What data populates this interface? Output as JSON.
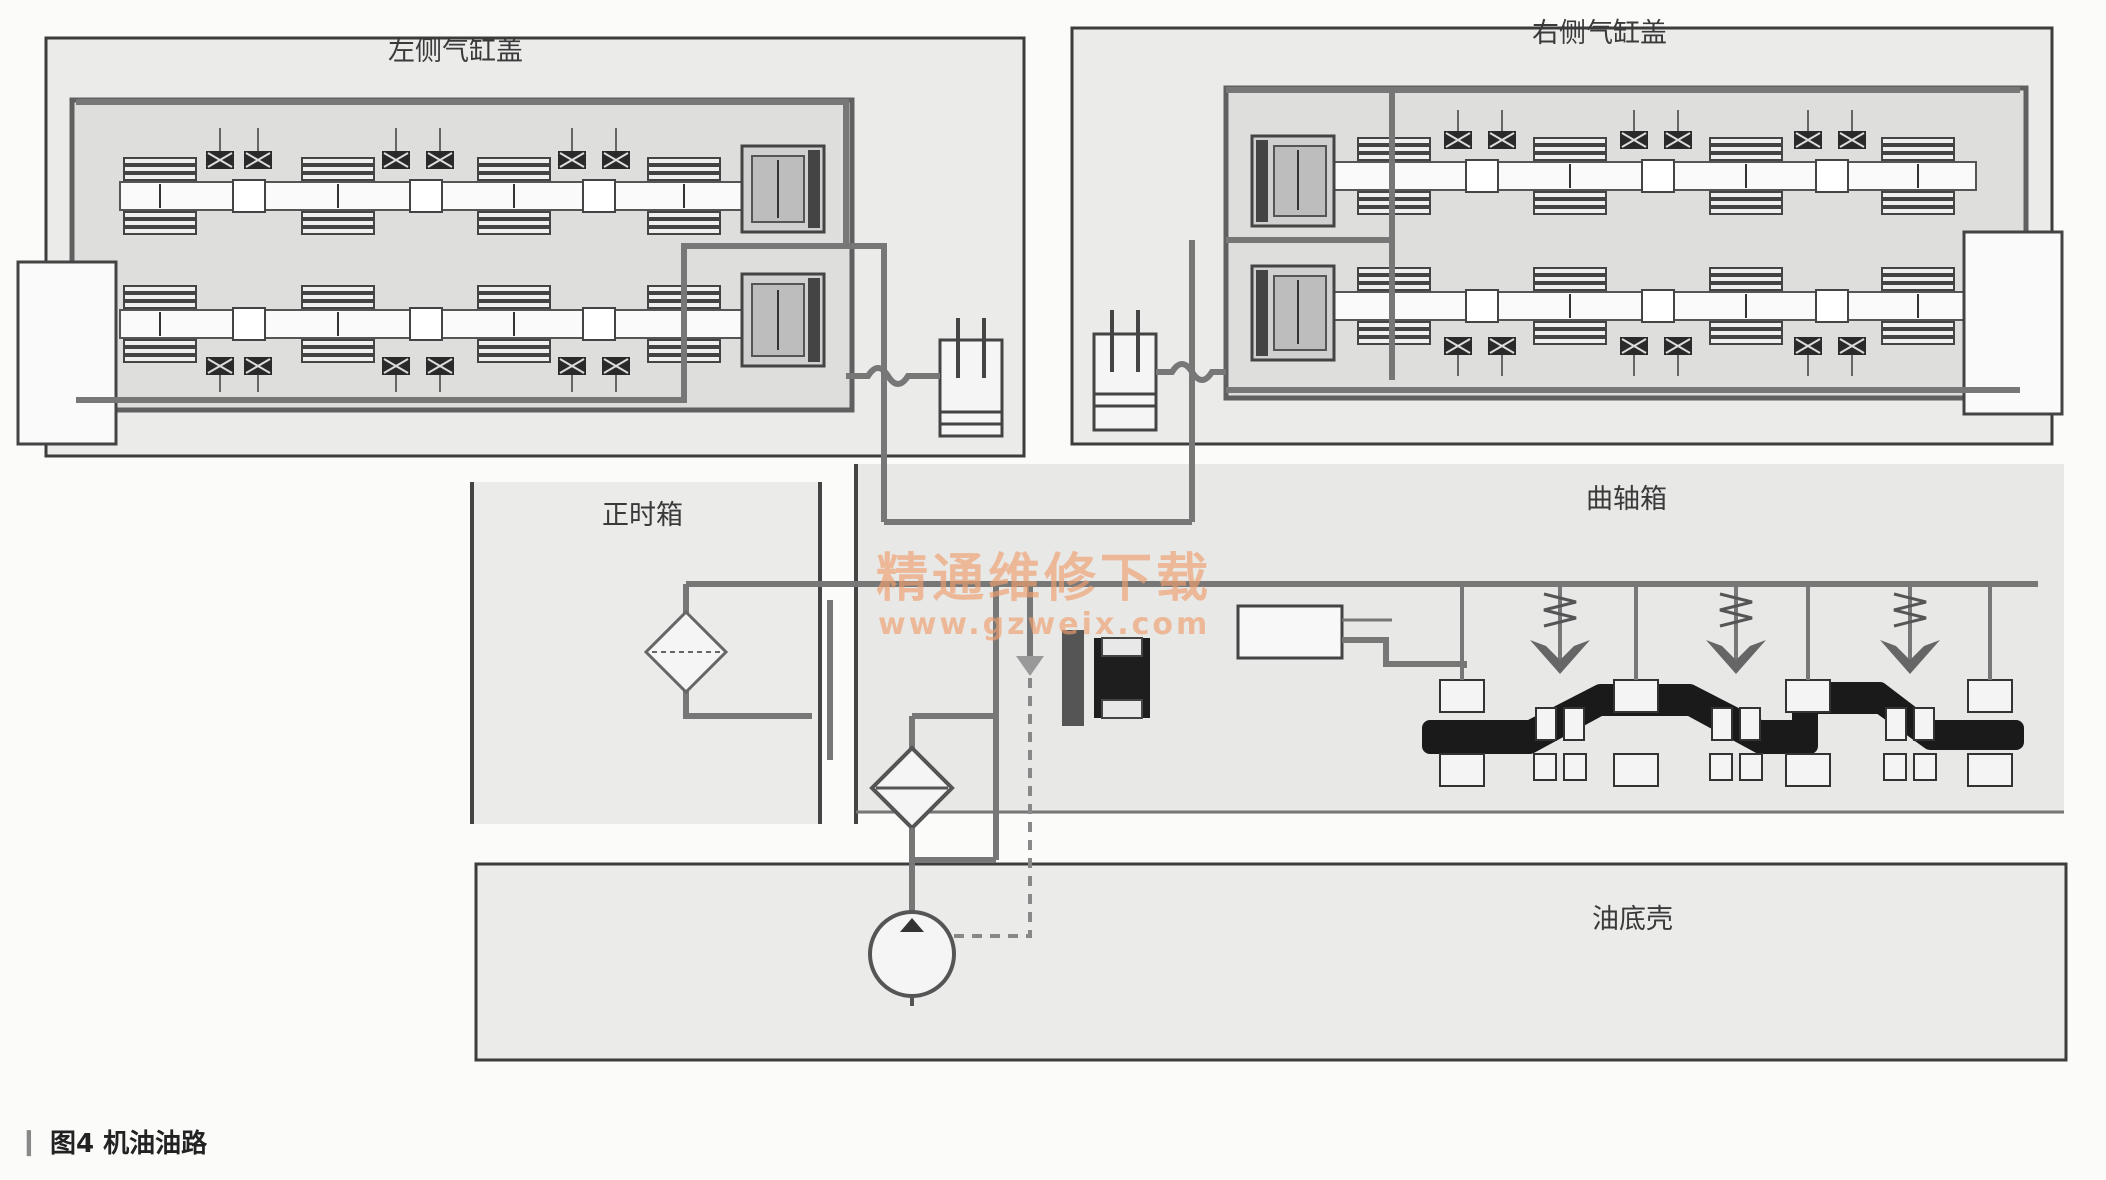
{
  "labels": {
    "left_bank": "左侧气缸盖",
    "right_bank": "右侧气缸盖",
    "timing_case": "正时箱",
    "crankcase": "曲轴箱",
    "oil_pan": "油底壳"
  },
  "watermark": {
    "line1": "精通维修下载",
    "line2": "www.gzweix.com"
  },
  "caption": {
    "marker": "❙",
    "text": "图4  机油油路"
  },
  "colors": {
    "line": "#777777",
    "panel": "#ebebea",
    "watermark": "#ef9f6e"
  }
}
